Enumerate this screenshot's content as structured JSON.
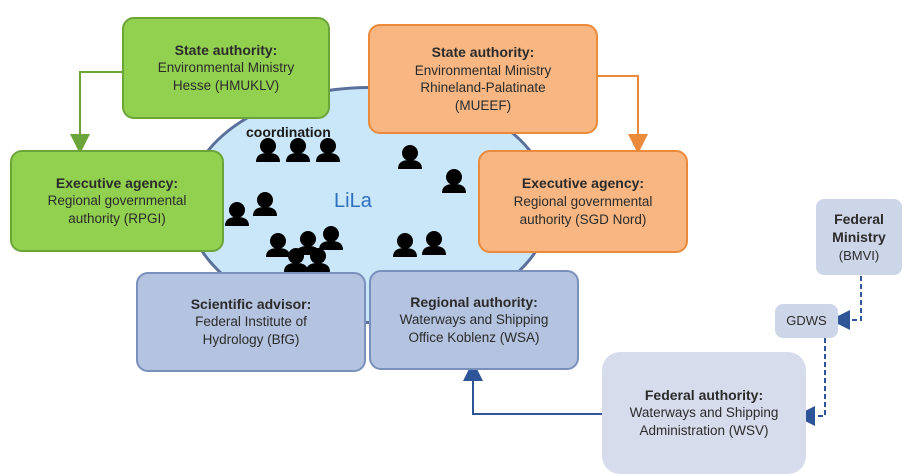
{
  "lila_label": "LiLa",
  "coordination_label": "coordination",
  "boxes": {
    "state_hesse": {
      "title": "State authority:",
      "line1": "Environmental Ministry",
      "line2": "Hesse (HMUKLV)"
    },
    "state_rlp": {
      "title": "State authority:",
      "line1": "Environmental Ministry",
      "line2": "Rhineland-Palatinate",
      "line3": "(MUEEF)"
    },
    "exec_rpgi": {
      "title": "Executive agency:",
      "line1": "Regional governmental",
      "line2": "authority (RPGI)"
    },
    "exec_sgd": {
      "title": "Executive agency:",
      "line1": "Regional governmental",
      "line2": "authority (SGD Nord)"
    },
    "sci_advisor": {
      "title": "Scientific advisor:",
      "line1": "Federal Institute of",
      "line2": "Hydrology (BfG)"
    },
    "regional_wsa": {
      "title": "Regional authority:",
      "line1": "Waterways and Shipping",
      "line2": "Office Koblenz (WSA)"
    },
    "federal_ministry": {
      "title1": "Federal",
      "title2": "Ministry",
      "line1": "(BMVI)"
    },
    "gdws": {
      "label": "GDWS"
    },
    "federal_wsv": {
      "title": "Federal authority:",
      "line1": "Waterways and Shipping",
      "line2": "Administration (WSV)"
    }
  },
  "colors": {
    "green": "#92d050",
    "orange": "#f7b682",
    "blue": "#b4c3df",
    "light_blue": "#cdd5e8",
    "ellipse": "#c9e7f8",
    "arrow_green": "#6ba539",
    "arrow_orange": "#ec8a3c",
    "arrow_blue": "#2e5597"
  }
}
